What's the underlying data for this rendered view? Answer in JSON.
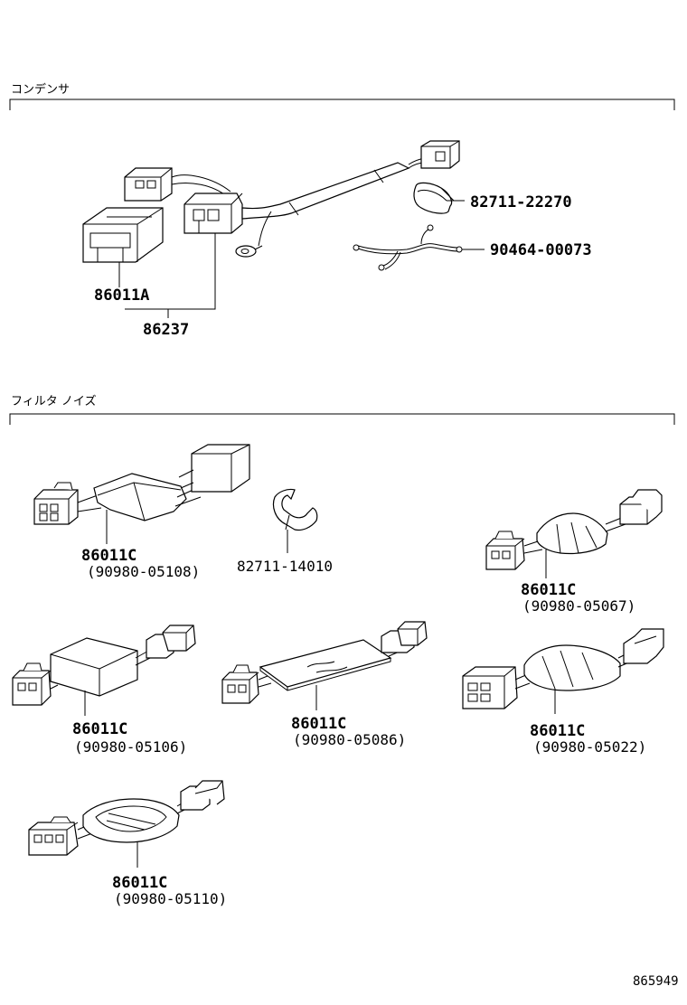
{
  "sections": [
    {
      "title": "コンデンサ"
    },
    {
      "title": "フィルタ ノイズ"
    }
  ],
  "callouts": {
    "condenser_connector": "86011A",
    "condenser_harness": "86237",
    "clamp_1": "82711-22270",
    "wire_harness": "90464-00073",
    "clamp_2": "82711-14010",
    "filter_1": {
      "part": "86011C",
      "sub": "(90980-05108)"
    },
    "filter_2": {
      "part": "86011C",
      "sub": "(90980-05067)"
    },
    "filter_3": {
      "part": "86011C",
      "sub": "(90980-05106)"
    },
    "filter_4": {
      "part": "86011C",
      "sub": "(90980-05086)"
    },
    "filter_5": {
      "part": "86011C",
      "sub": "(90980-05022)"
    },
    "filter_6": {
      "part": "86011C",
      "sub": "(90980-05110)"
    }
  },
  "figure_number": "865949"
}
